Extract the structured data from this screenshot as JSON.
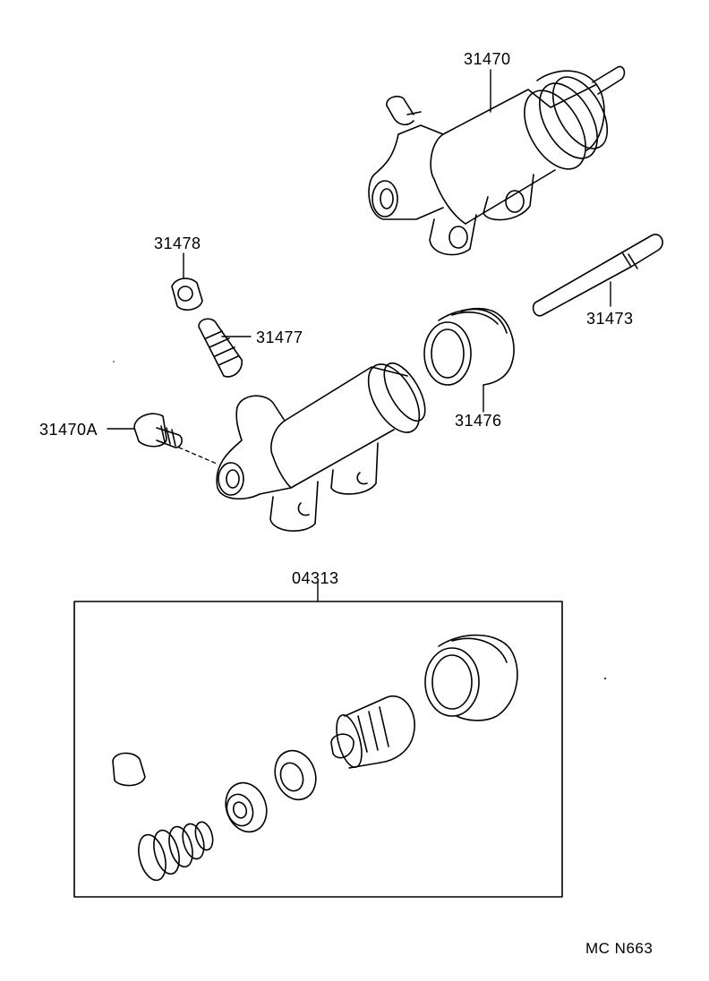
{
  "labels": {
    "master_cylinder": "31470",
    "bleeder_cap": "31478",
    "bleeder_plug": "31477",
    "union_bolt": "31470A",
    "boot": "31476",
    "push_rod": "31473",
    "repair_kit": "04313",
    "diagram_code": "MC N663"
  },
  "colors": {
    "line": "#000000",
    "background": "#ffffff"
  }
}
